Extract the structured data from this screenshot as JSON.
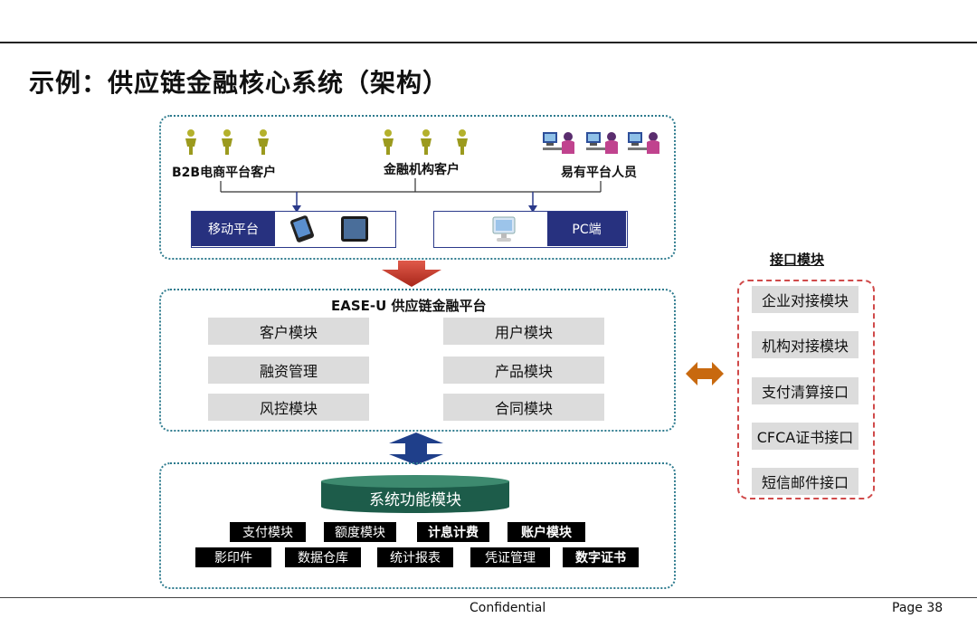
{
  "title": "示例：供应链金融核心系统（架构）",
  "clients": {
    "b2b_label": "B2B电商平台客户",
    "finance_label": "金融机构客户",
    "staff_label": "易有平台人员",
    "mobile_label": "移动平台",
    "pc_label": "PC端"
  },
  "platform": {
    "title": "EASE-U  供应链金融平台",
    "modules": [
      "客户模块",
      "用户模块",
      "融资管理",
      "产品模块",
      "风控模块",
      "合同模块"
    ]
  },
  "functions": {
    "title": "系统功能模块",
    "row1": [
      "支付模块",
      "额度模块",
      "计息计费",
      "账户模块"
    ],
    "row2": [
      "影印件",
      "数据仓库",
      "统计报表",
      "凭证管理",
      "数字证书"
    ]
  },
  "interfaces": {
    "title": "接口模块",
    "items": [
      "企业对接模块",
      "机构对接模块",
      "支付清算接口",
      "CFCA证书接口",
      "短信邮件接口"
    ]
  },
  "footer": {
    "confidential": "Confidential",
    "page": "Page 38"
  },
  "colors": {
    "navy": "#27317f",
    "teal_border": "#2e7b8e",
    "red_arrow": "#c0392b",
    "orange_arrow": "#c8690f",
    "blue_arrow": "#1f3f8a",
    "cylinder": "#1d5c4a"
  }
}
